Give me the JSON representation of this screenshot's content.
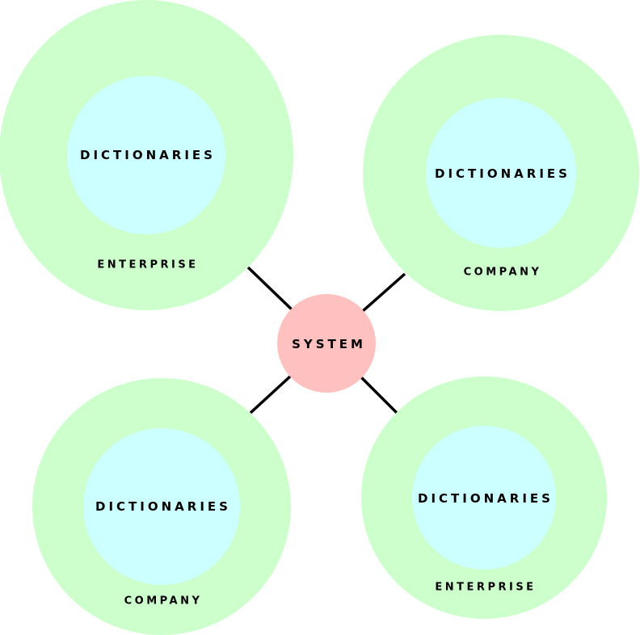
{
  "colors": {
    "outer_ring": "#ccffcc",
    "inner_disc": "#ccffff",
    "hub": "#ffc0c0",
    "connector": "#000000",
    "text": "#000000"
  },
  "hub": {
    "label": "SYSTEM"
  },
  "nodes": [
    {
      "inner_label": "DICTIONARIES",
      "outer_label": "ENTERPRISE"
    },
    {
      "inner_label": "DICTIONARIES",
      "outer_label": "COMPANY"
    },
    {
      "inner_label": "DICTIONARIES",
      "outer_label": "COMPANY"
    },
    {
      "inner_label": "DICTIONARIES",
      "outer_label": "ENTERPRISE"
    }
  ]
}
